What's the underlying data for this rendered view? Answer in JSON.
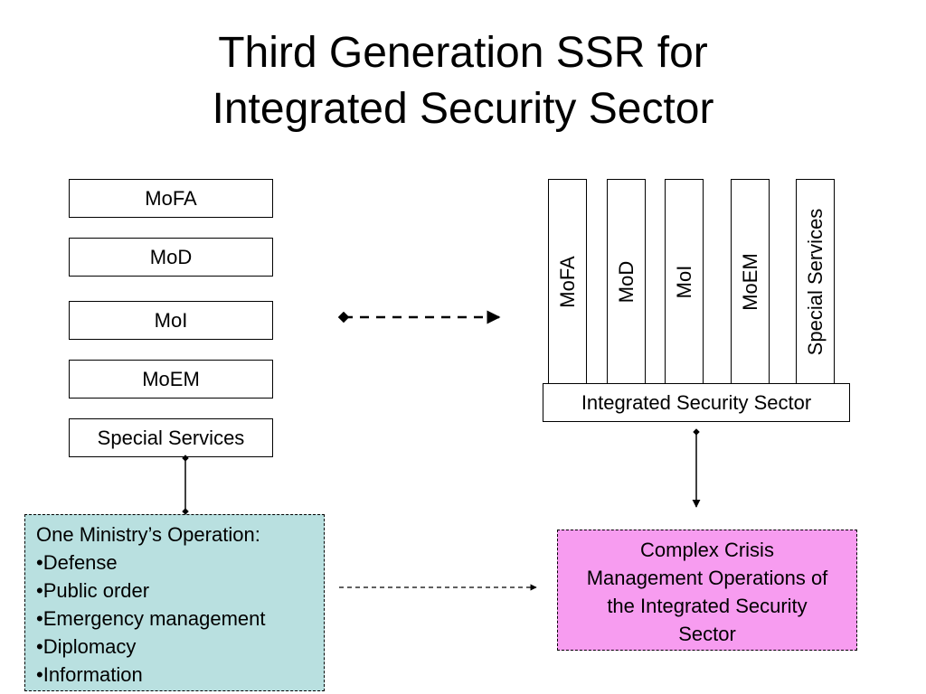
{
  "title": {
    "line1": "Third Generation SSR for",
    "line2": "Integrated Security Sector"
  },
  "left_units": [
    "MoFA",
    "MoD",
    "MoI",
    "MoEM",
    "Special Services"
  ],
  "right_units": [
    "MoFA",
    "MoD",
    "MoI",
    "MoEM",
    "Special Services"
  ],
  "integrated_sector_label": "Integrated Security Sector",
  "ops_box": {
    "heading": "One Ministry’s Operation:",
    "items": [
      "•Defense",
      "•Public order",
      "•Emergency management",
      "•Diplomacy",
      "•Information"
    ]
  },
  "crisis_box": {
    "lines": [
      "Complex Crisis",
      "Management Operations of",
      "the Integrated Security",
      "Sector"
    ]
  },
  "colors": {
    "ops_fill": "#b9e0e0",
    "crisis_fill": "#f79cf0",
    "stroke": "#000000"
  }
}
